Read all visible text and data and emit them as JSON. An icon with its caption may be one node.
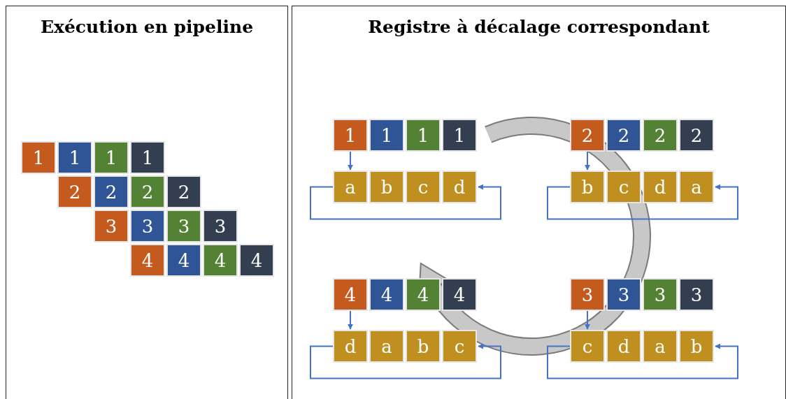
{
  "diagram": {
    "nodes": [
      {
        "text": [
          "Exécution en pipeline"
        ]
      },
      {
        "text": [
          "1"
        ],
        "in": 0
      },
      {
        "text": [
          "1"
        ],
        "in": 0
      },
      {
        "text": [
          "1"
        ],
        "in": 0
      },
      {
        "text": [
          "1"
        ],
        "in": 0
      },
      {
        "text": [
          "2"
        ],
        "in": 0
      },
      {
        "text": [
          "2"
        ],
        "in": 0
      },
      {
        "text": [
          "2"
        ],
        "in": 0
      },
      {
        "text": [
          "2"
        ],
        "in": 0
      },
      {
        "text": [
          "3"
        ],
        "in": 0
      },
      {
        "text": [
          "3"
        ],
        "in": 0
      },
      {
        "text": [
          "3"
        ],
        "in": 0
      },
      {
        "text": [
          "3"
        ],
        "in": 0
      },
      {
        "text": [
          "4"
        ],
        "in": 0
      },
      {
        "text": [
          "4"
        ],
        "in": 0
      },
      {
        "text": [
          "4"
        ],
        "in": 0
      },
      {
        "text": [
          "4"
        ],
        "in": 0
      },
      {
        "text": [
          "Registre à décalage correspondant"
        ]
      },
      {
        "text": [
          "1"
        ],
        "in": 17
      },
      {
        "text": [
          "1"
        ],
        "in": 17
      },
      {
        "text": [
          "1"
        ],
        "in": 17
      },
      {
        "text": [
          "1"
        ],
        "in": 17
      },
      {
        "text": [
          "a"
        ],
        "in": 17
      },
      {
        "text": [
          "b"
        ],
        "in": 17
      },
      {
        "text": [
          "c"
        ],
        "in": 17
      },
      {
        "text": [
          "d"
        ],
        "in": 17
      },
      {
        "text": [
          "2"
        ],
        "in": 17
      },
      {
        "text": [
          "2"
        ],
        "in": 17
      },
      {
        "text": [
          "2"
        ],
        "in": 17
      },
      {
        "text": [
          "2"
        ],
        "in": 17
      },
      {
        "text": [
          "b"
        ],
        "in": 17
      },
      {
        "text": [
          "c"
        ],
        "in": 17
      },
      {
        "text": [
          "d"
        ],
        "in": 17
      },
      {
        "text": [
          "a"
        ],
        "in": 17
      },
      {
        "text": [
          "4"
        ],
        "in": 17
      },
      {
        "text": [
          "4"
        ],
        "in": 17
      },
      {
        "text": [
          "4"
        ],
        "in": 17
      },
      {
        "text": [
          "4"
        ],
        "in": 17
      },
      {
        "text": [
          "d"
        ],
        "in": 17
      },
      {
        "text": [
          "a"
        ],
        "in": 17
      },
      {
        "text": [
          "b"
        ],
        "in": 17
      },
      {
        "text": [
          "c"
        ],
        "in": 17
      },
      {
        "text": [
          "3"
        ],
        "in": 17
      },
      {
        "text": [
          "3"
        ],
        "in": 17
      },
      {
        "text": [
          "3"
        ],
        "in": 17
      },
      {
        "text": [
          "3"
        ],
        "in": 17
      },
      {
        "text": [
          "c"
        ],
        "in": 17
      },
      {
        "text": [
          "d"
        ],
        "in": 17
      },
      {
        "text": [
          "a"
        ],
        "in": 17
      },
      {
        "text": [
          "b"
        ],
        "in": 17
      }
    ],
    "edges": [
      {
        "from": 18,
        "to": 22,
        "arrow": "to"
      },
      {
        "from": 22,
        "to": 25,
        "arrow": "to"
      },
      {
        "from": 26,
        "to": 30,
        "arrow": "to"
      },
      {
        "from": 30,
        "to": 33,
        "arrow": "to"
      },
      {
        "from": 34,
        "to": 38,
        "arrow": "to"
      },
      {
        "from": 38,
        "to": 41,
        "arrow": "to"
      },
      {
        "from": 42,
        "to": 46,
        "arrow": "to"
      },
      {
        "from": 46,
        "to": 49,
        "arrow": "to"
      }
    ]
  }
}
